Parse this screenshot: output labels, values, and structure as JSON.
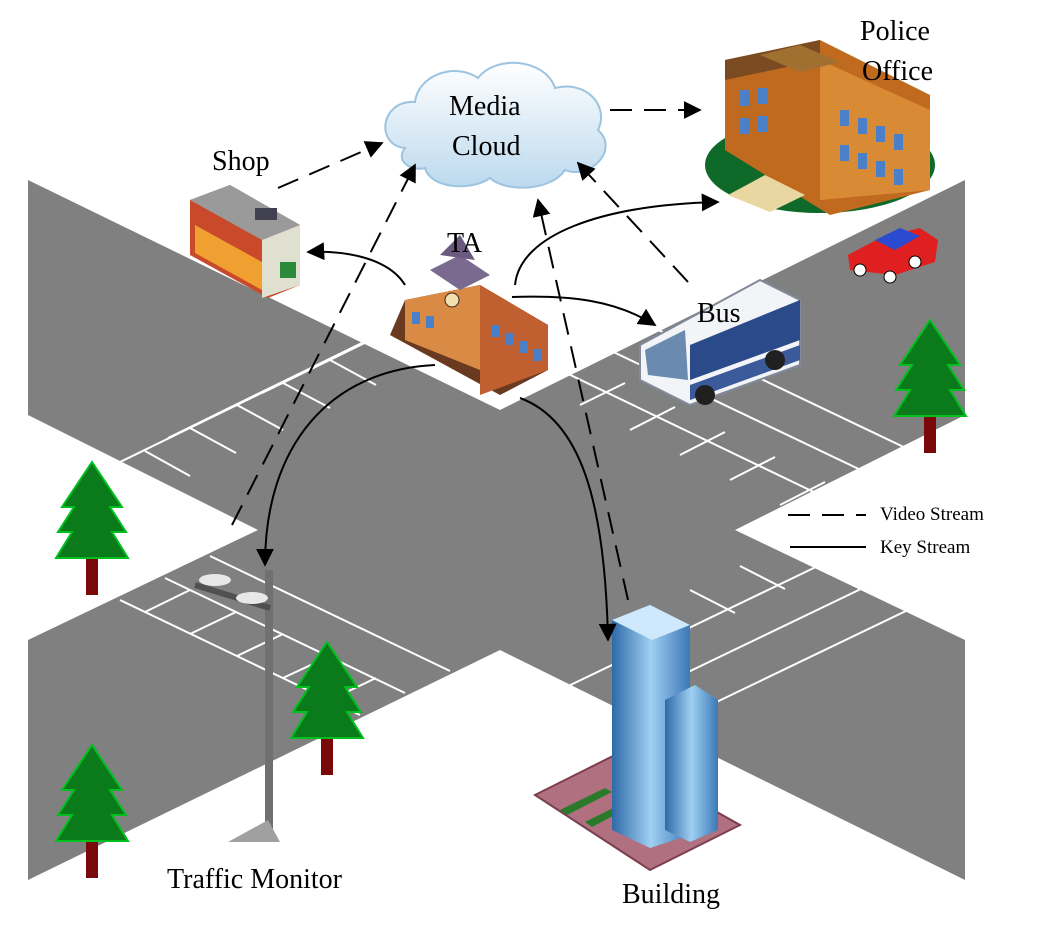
{
  "labels": {
    "media_cloud_line1": "Media",
    "media_cloud_line2": "Cloud",
    "police_line1": "Police",
    "police_line2": "Office",
    "shop": "Shop",
    "ta": "TA",
    "bus": "Bus",
    "traffic_monitor": "Traffic Monitor",
    "building": "Building"
  },
  "legend": {
    "video_stream": "Video Stream",
    "key_stream": "Key Stream"
  },
  "colors": {
    "road": "#808080",
    "road_marking": "#ffffff",
    "tree_green": "#0b7a1a",
    "tree_trunk": "#7a0a0a",
    "building_blue": "#4a86c8",
    "cloud": "#dfeef8",
    "car_red": "#e02020",
    "bus_white": "#f2f4f8"
  }
}
